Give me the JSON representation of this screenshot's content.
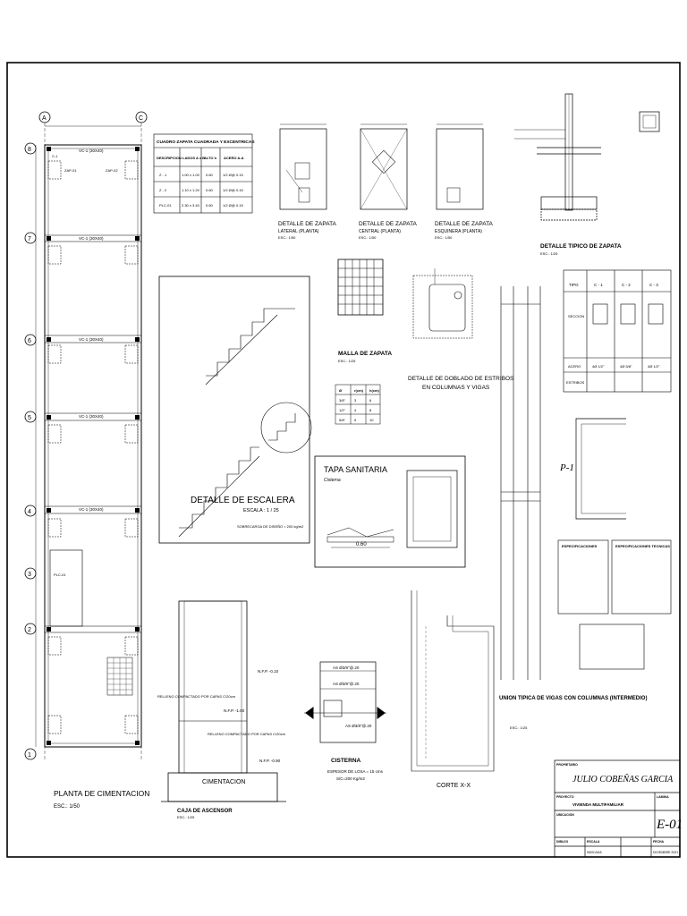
{
  "grid_axes": {
    "cols": [
      "A",
      "C"
    ],
    "rows": [
      "8",
      "7",
      "6",
      "5",
      "4",
      "3",
      "2",
      "1"
    ]
  },
  "plan": {
    "title": "PLANTA DE CIMENTACION",
    "scale": "ESC.: 1/50",
    "beam_labels": [
      "VC-1 (30X40)",
      "VC-1 (30X40)",
      "VC-1 (30X40)",
      "VC-1 (30X40)",
      "VC-1 (30X40)"
    ],
    "column_tag": "C-1",
    "footing_tags": [
      "ZAP-01",
      "ZAP-02",
      "PLC-01"
    ]
  },
  "footing_table": {
    "title": "CUADRO ZAPATA CUADRADA Y EXCENTRICAS",
    "headers": [
      "DESCRIPCION",
      "LADOS A x B",
      "ALTO h",
      "ACERO A-A"
    ],
    "rows": [
      [
        "Z - 1",
        "1.00 x 1.00",
        "0.60",
        "1/2 Ø@ 0.15"
      ],
      [
        "Z - 2",
        "1.10 x 1.20",
        "0.60",
        "1/2 Ø@ 0.15"
      ],
      [
        "PLC-01",
        "2.30 x 3.40",
        "0.60",
        "1/2 Ø@ 0.15"
      ]
    ]
  },
  "footing_details": [
    {
      "title": "DETALLE DE ZAPATA",
      "sub": "LATERAL (PLANTA)",
      "scale": "ESC.: 1/50"
    },
    {
      "title": "DETALLE DE ZAPATA",
      "sub": "CENTRAL (PLANTA)",
      "scale": "ESC.: 1/50"
    },
    {
      "title": "DETALLE DE ZAPATA",
      "sub": "ESQUINERA (PLANTA)",
      "scale": "ESC.: 1/50"
    }
  ],
  "typical_footing": {
    "title": "DETALLE TIPICO DE ZAPATA",
    "scale": "ESC.: 1/25"
  },
  "mesh": {
    "title": "MALLA DE ZAPATA",
    "scale": "ESC.: 1/25"
  },
  "stirrup": {
    "title": "DETALLE DE DOBLADO DE ESTRIBOS",
    "sub": "EN COLUMNAS Y VIGAS"
  },
  "stair": {
    "title": "DETALLE DE ESCALERA",
    "scale": "ESCALA : 1 / 25",
    "note": "SOBRECARGA DE DISEÑO = 200 kg/m2"
  },
  "hook_table": {
    "headers": [
      "Ø",
      "r(cm)",
      "h(cm)"
    ],
    "rows": [
      [
        "3/8\"",
        "3",
        "6"
      ],
      [
        "1/2\"",
        "4",
        "8"
      ],
      [
        "5/8\"",
        "5",
        "10"
      ]
    ]
  },
  "tapa": {
    "title": "TAPA SANITARIA",
    "sub": "Cisterna",
    "dim": "0.60"
  },
  "column_table": {
    "headers": [
      "TIPO",
      "C - 1",
      "C - 2",
      "C - 3"
    ],
    "row_labels": [
      "SECCION",
      "ACERO",
      "ESTRIBOS"
    ],
    "acero": [
      "4Ø 1/2\"",
      "4Ø 5/8\"",
      "4Ø 1/2\""
    ]
  },
  "p1_label": "P-1",
  "elevator": {
    "title": "CAJA DE ASCENSOR",
    "scale": "ESC.: 1/25",
    "foundation": "CIMENTACION",
    "fill_note": "RELLENO COMPACTADO POR CAPAS C/20cm",
    "levels": [
      "N.F.P. -0.10",
      "N.F.P. -1.00",
      "N.F.P. -0.90"
    ]
  },
  "cistern": {
    "title": "CISTERNA",
    "note1": "ESPESOR DE LOSA = 15 cms",
    "note2": "S/C=200 Kg/m2",
    "labels": [
      "AS Ø3/8\"@.20",
      "AS Ø3/8\"@.20",
      "AS Ø3/8\"@.20"
    ]
  },
  "corte": {
    "title": "CORTE X-X"
  },
  "union": {
    "title": "UNION TIPICA DE VIGAS CON COLUMNAS (INTERMEDIO)",
    "scale": "ESC.: 1/25"
  },
  "spec_boxes": [
    "ESPECIFICACIONES",
    "ESPECIFICACIONES TECNICAS"
  ],
  "title_block": {
    "owner_label": "PROPIETARIO",
    "owner": "JULIO COBEÑAS GARCIA",
    "project_label": "PROYECTO",
    "project": "VIVIENDA MULTIFAMILIAR",
    "sheet_label": "LAMINA",
    "sheet": "E-01",
    "location_label": "UBICACION",
    "date_label": "FECHA",
    "date": "DICIEMBRE 2021",
    "drawn_label": "DIBUJO",
    "scale_label": "ESCALA",
    "scale": "INDICADA"
  }
}
